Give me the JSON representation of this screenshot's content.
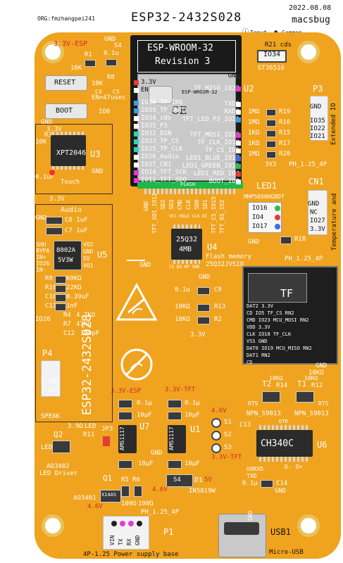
{
  "header": {
    "org": "ORG:fmzhangpei241",
    "title": "ESP32-2432S028",
    "date": "2022.08.08",
    "author": "macsbug",
    "legend_input": "Input",
    "legend_common": "Common"
  },
  "module": {
    "name": "ESP-WROOM-32",
    "revision": "Revision 3",
    "left_pins": [
      "3.3V",
      "EN",
      "IO36_TP_IRQ",
      "IO39_TP_OUT",
      "IO34_cds",
      "IO35_P3",
      "IO32_DIN",
      "IO33_TP_CS",
      "IO25_TP_CLK",
      "IO26_Audio",
      "IO27_CN1",
      "IO14_TFT_SCK",
      "IO12_TFT_SDO"
    ],
    "right_pins": [
      "GND",
      "TF_MISO_IO23",
      "",
      "TXD0",
      "RXD0",
      "TFT_LED_P3_IO21",
      "",
      "TFT_MOSI_IO13",
      "TF_CLK_IO18",
      "TF_CS_IO5",
      "LED1_BLUE_IO17",
      "LED1_GREEN_IO16",
      "LED1_RED_IO4",
      "BOOT_IO0"
    ],
    "bottom_pins": [
      "GND",
      "TFT_SDI_IO12",
      "SD2",
      "SD3",
      "CMD",
      "CLK",
      "SD0",
      "SD1",
      "TFT_CS_IO15",
      "TFT_RS_IO2"
    ],
    "right_label": "ESP-WROOM-32",
    "flash_label": "FLASH"
  },
  "labels": {
    "v33_esp_top": "3.3V-ESP",
    "r1": "R1",
    "k10_top": "10K",
    "gnd_top1": "GND",
    "s4": "S4",
    "u1": "0.1u",
    "c4": "C4",
    "c5": "C5",
    "r8": "R8",
    "k10_mid": "10K",
    "reset": "RESET",
    "en_note": "EN=47usec",
    "boot": "BOOT",
    "io0": "IO0",
    "gnd_left1": "GND",
    "v33_left": "3.3V",
    "k10_left": "10K",
    "r3": "R3",
    "xpt": "XPT2046",
    "u3": "U3",
    "c01uf": "0.1uF",
    "touch": "Touch",
    "gnd_u3": "GND",
    "v33_u3": "3.3V",
    "audio": "Audio",
    "c8": "C8 1uF",
    "c7": "C7 1uF",
    "shut": "SHU",
    "bypa": "BYPA",
    "in_p": "IN+",
    "io26": "IO26",
    "in_n": "IN-",
    "vo2": "VO2",
    "gnd_amp": "GND",
    "v5": "5V",
    "vo1": "VO1",
    "amp": "8002A",
    "amp2": "5V3W",
    "u5": "U5",
    "r9": "R9",
    "r9v": "69KΩ",
    "r10": "R10",
    "r10v": "22KΩ",
    "c10": "C10",
    "c10v": "0.39uF",
    "c11": "C11",
    "c11v": "1nF",
    "r4": "R4",
    "r4v": "4.7KΩ",
    "r7": "R7",
    "r7v": "47KΩ",
    "c12": "C12",
    "c12v": "100pF",
    "io26b": "IO26",
    "p4": "P4",
    "vo2b": "2 VO2",
    "vo1b": "1 VO1",
    "speak": "SPEAK",
    "board_name": "ESP32-2432S028",
    "r21": "R21 cds",
    "io34": "IO34",
    "gt": "GT36516",
    "u2": "U2",
    "p3": "P3",
    "gnd_p3": "GND",
    "io35": "IO35",
    "io22": "IO22",
    "io21": "IO21",
    "ext_io": "Extended IO",
    "r19": "R19",
    "r16": "R16",
    "r15": "R15",
    "r17": "R17",
    "r20": "R20",
    "m1a": "1MΩ",
    "m1b": "1MΩ",
    "k1a": "1KΩ",
    "k1b": "1KΩ",
    "m1c": "1MΩ",
    "v33_res": "3V3",
    "ph_p3": "PH_1.25_4P",
    "led1": "LED1",
    "mhp": "MHP5050RGBDT",
    "io16": "IO16",
    "io4": "IO4",
    "io17": "IO17",
    "cn1": "CN1",
    "gnd_cn1": "GND",
    "nc_cn1": "NC",
    "io27": "IO27",
    "v33_cn1": "3.3V",
    "temp": "Temperature and",
    "r18": "R18",
    "gnd_led": "GND",
    "ph_cn1": "PH_1.25_4P",
    "gnd_center": "GND",
    "flash_hold": "HOLD",
    "flash_chip": "25Q32",
    "flash_size": "4MB",
    "u4": "U4",
    "flash_mem": "Flash memory",
    "flash_part": "25Q32JVSIO",
    "flash_bottom": "CS DO WP GND",
    "flash_top": "VCC HOLD CLK DI",
    "gnd_flash": "GND",
    "c9_val": "0.1u",
    "c9": "C9",
    "r13_val": "10KΩ",
    "r13": "R13",
    "r2_val": "10KΩ",
    "r2": "R2",
    "v33_sd": "3.3V",
    "tf": "TF",
    "dat2": "DAT2 3.3V",
    "cd": "CD   IO5  TF_CS    RN2",
    "cmd": "CMD  IO23 MCU_MOSI RN2",
    "vdd": "VDD  3.3V",
    "clk": "CLK  IO18 TF_CLK",
    "vss": "VSS  GND",
    "dat0": "DAT0 IO19 MCU_MISO RN2",
    "dat1": "DAT1      RN2",
    "cd2": "CD",
    "gnd_sd": "GND",
    "k10_sd": "10KΩ",
    "v33_esp2": "3.3V-ESP",
    "v33_tft": "3.3V-TFT",
    "c01_a": "0.1μ",
    "c10u_a": "10μF",
    "c01_b": "0.1μ",
    "c10u_b": "10μF",
    "u7": "U7",
    "u1r": "U1",
    "ams": "AMS1117",
    "ams2": "AMS1117",
    "gnd_reg": "GND",
    "v46a": "4.6V",
    "s1": "S1",
    "s2": "S2",
    "s3": "S3",
    "c13": "C13",
    "v33_tft2": "3.3V-TFT",
    "c10u_c": "10μF",
    "c10u_d": "10μF",
    "d1": "D1",
    "s4d": "S4",
    "in5819": "IN5819W",
    "v46b": "4.6V",
    "q2": "Q2",
    "led_d": "LED",
    "r11": "R11",
    "v39": "3.9Ω",
    "ao3402": "AO3402",
    "led_drv": "LED Driver",
    "jp3": "JP3",
    "ao3401": "AO3401",
    "q1": "Q1",
    "x14": "X14AS",
    "r5": "R5",
    "r6": "R6",
    "r100a": "100Ω",
    "r100b": "100Ω",
    "v46c": "4.6V",
    "ph_p1": "PH_1.25_4P",
    "p1": "P1",
    "vin": "VIN",
    "tx": "TX",
    "rx": "RX",
    "gnd_p1": "GND",
    "base": "4P-1.25 Power supply base",
    "t2": "T2",
    "r14": "R14",
    "t1": "T1",
    "r12": "R12",
    "k10t": "10KΩ",
    "k10u": "10KΩ",
    "rts": "RTS",
    "rts2": "RTS",
    "npn1": "NPN_S9013",
    "npn2": "NPN_S9013",
    "dtr": "DTR",
    "ch340": "CH340C",
    "u6": "U6",
    "rxd_ch": "U0RXD",
    "txd_ch": "TXD",
    "c14": "C14",
    "c01_ch": "0.1μ",
    "gnd_ch": "GND",
    "v5_usb": "5V",
    "usb1": "USB1",
    "micro": "Micro-USB",
    "gnd_usb": "GND",
    "d_minus": "D-",
    "d_plus": "D+"
  },
  "colors": {
    "board": "#f0a31e",
    "silk": "#ffffff",
    "red": "#d8262b",
    "chip": "#2b2b2b"
  }
}
